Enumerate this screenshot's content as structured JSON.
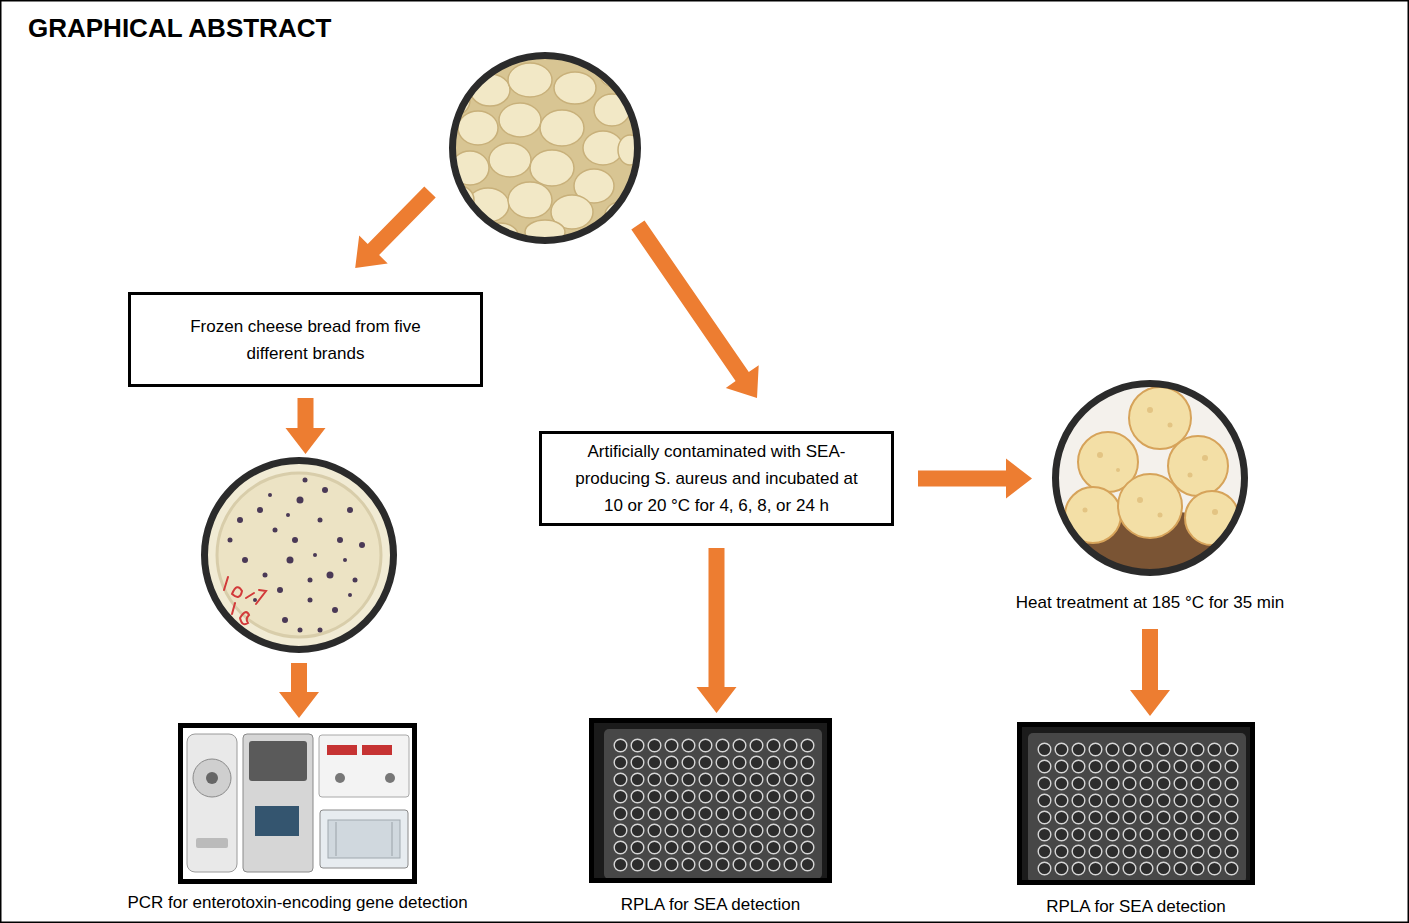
{
  "diagram": {
    "title": "GRAPHICAL ABSTRACT",
    "nodes": [
      {
        "text": []
      },
      {
        "text": [
          "Frozen cheese bread from five different brands"
        ]
      },
      {
        "text": [
          "Artificially contaminated with SEA-producing S. aureus and incubated at 10 or 20 °C for 4, 6, 8, or 24 h"
        ]
      },
      {
        "text": [
          "Heat treatment at 185 °C for 35 min"
        ]
      },
      {
        "text": []
      },
      {
        "text": [
          "PCR for enterotoxin-encoding gene detection"
        ]
      },
      {
        "text": [
          "RPLA for SEA detection"
        ]
      },
      {
        "text": [
          "RPLA for SEA detection"
        ]
      }
    ],
    "edges": [
      {
        "from": 0,
        "to": 1,
        "arrow": "to"
      },
      {
        "from": 0,
        "to": 2,
        "arrow": "to"
      },
      {
        "from": 1,
        "to": 4,
        "arrow": "to"
      },
      {
        "from": 2,
        "to": 3,
        "arrow": "to"
      },
      {
        "from": 2,
        "to": 6,
        "arrow": "to"
      },
      {
        "from": 3,
        "to": 7,
        "arrow": "to"
      },
      {
        "from": 4,
        "to": 5,
        "arrow": "to"
      }
    ]
  }
}
